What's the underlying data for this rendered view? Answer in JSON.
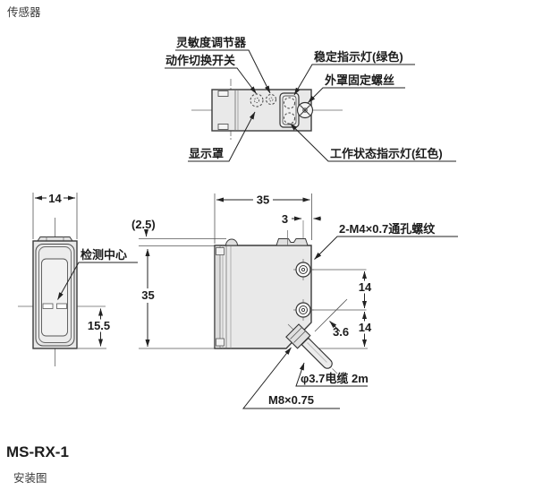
{
  "page": {
    "section_label": "传感器",
    "model": "MS-RX-1",
    "caption": "安装图",
    "accent_color": "#0133c4"
  },
  "top_view": {
    "labels": {
      "sensitivity_adjuster": "灵敏度调节器",
      "operation_mode_switch": "动作切换开关",
      "stability_indicator": "稳定指示灯(绿色)",
      "cover_fixing_screw": "外罩固定螺丝",
      "display_cover": "显示罩",
      "operation_indicator": "工作状态指示灯(红色)"
    }
  },
  "front_view": {
    "labels": {
      "detection_center": "检测中心"
    },
    "dimensions": {
      "width": "14",
      "center_to_bottom": "15.5"
    }
  },
  "side_view": {
    "labels": {
      "thread_holes": "2-M4×0.7通孔螺纹",
      "cable": "φ3.7电缆 2m",
      "connector_thread": "M8×0.75"
    },
    "dimensions": {
      "bump_height": "(2.5)",
      "height": "35",
      "depth": "35",
      "hole_to_edge": "3",
      "hole_pitch": "14",
      "hole_to_bottom": "14",
      "gland_offset": "3.6"
    }
  }
}
